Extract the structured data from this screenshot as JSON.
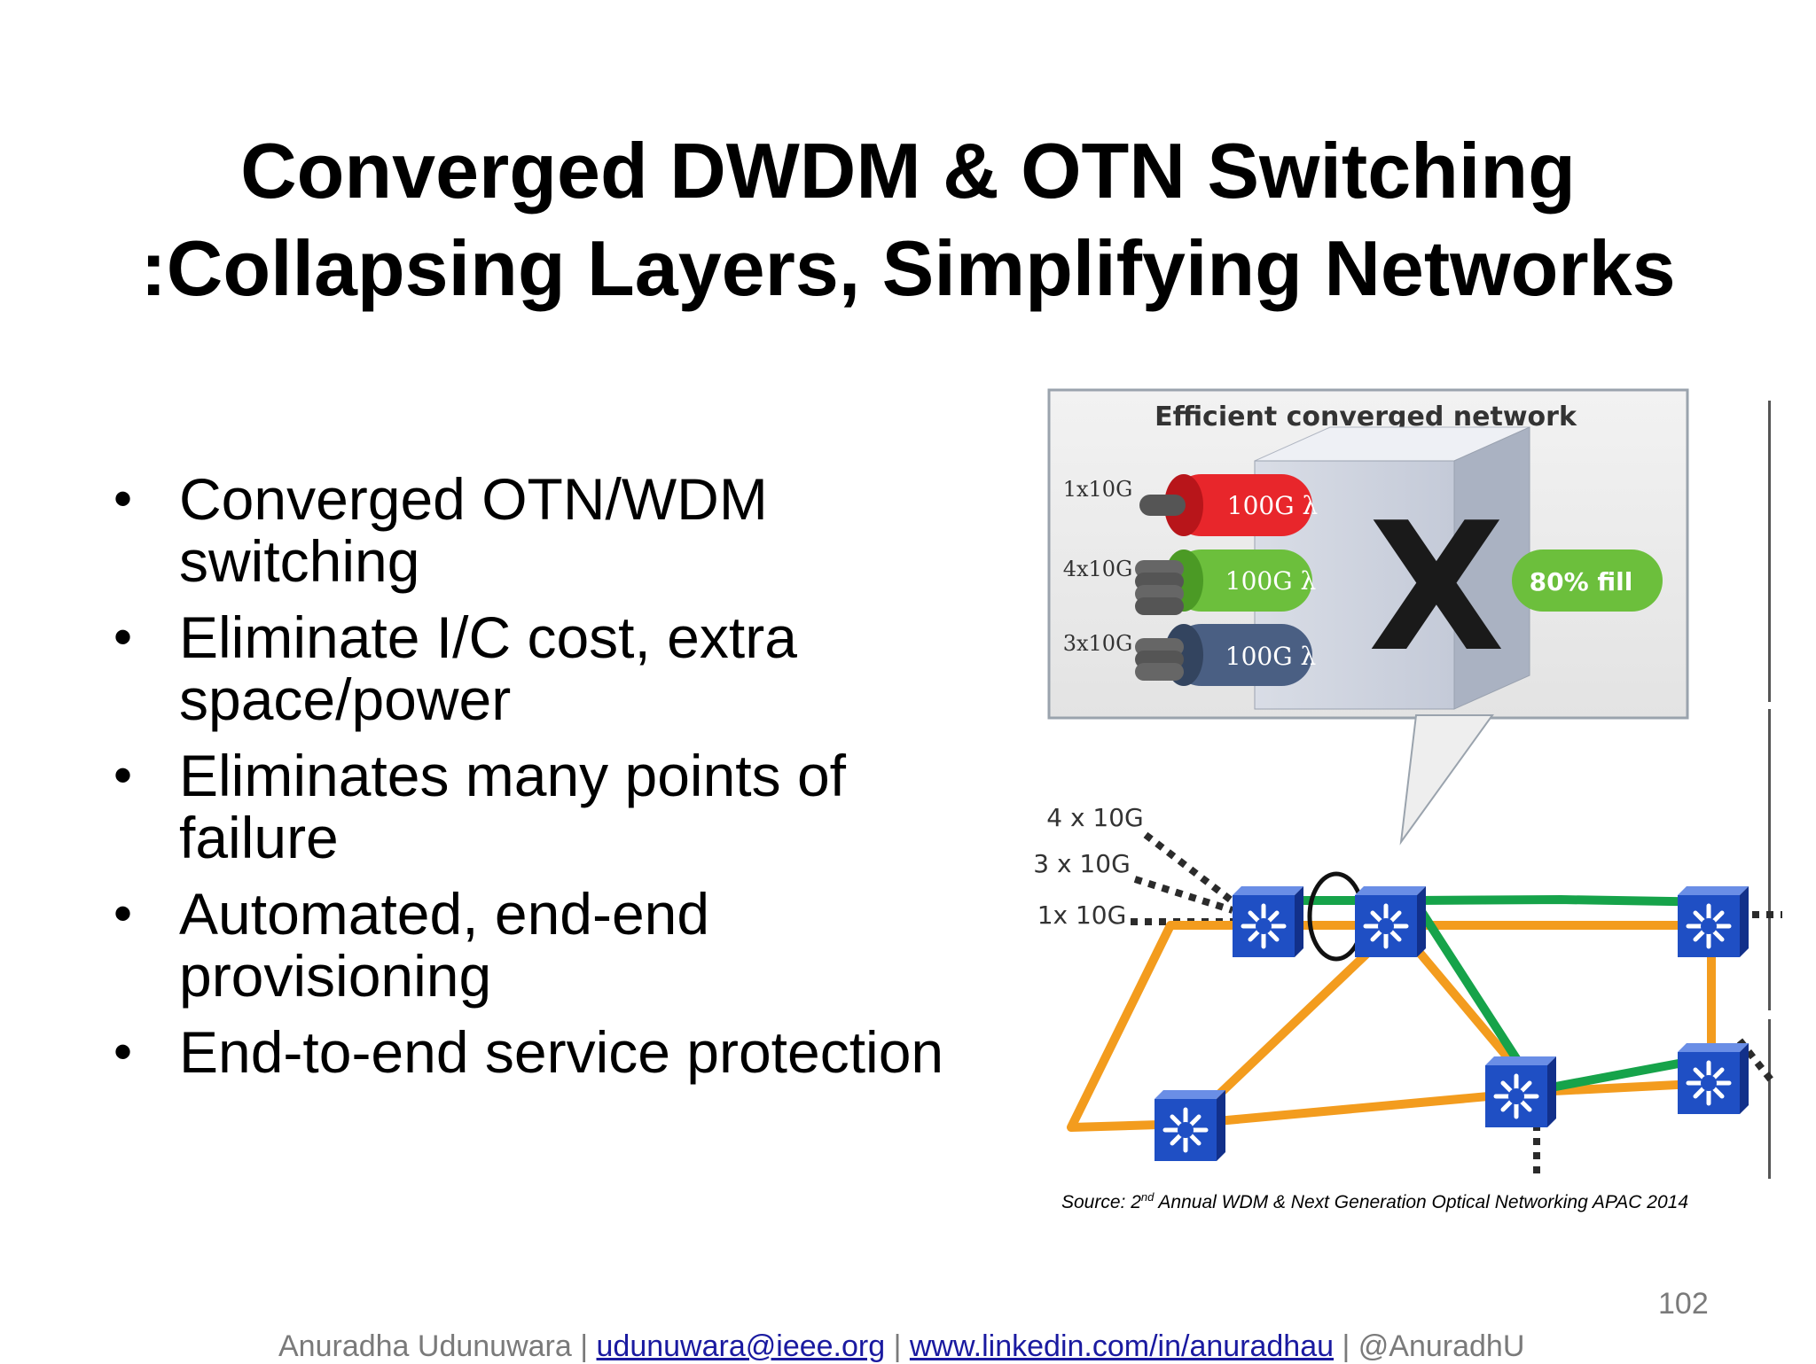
{
  "slide": {
    "title_line1": "Converged DWDM & OTN Switching",
    "title_line2": ":Collapsing Layers, Simplifying Networks",
    "bullets": [
      {
        "line1": "Converged OTN/WDM",
        "line2": "switching"
      },
      {
        "line1": "Eliminate I/C cost, extra",
        "line2": "space/power"
      },
      {
        "line1": "Eliminates many points of",
        "line2": "failure"
      },
      {
        "line1": "Automated, end-end",
        "line2": "provisioning"
      },
      {
        "line1": "End-to-end service protection",
        "line2": ""
      }
    ],
    "bullet_char": "•",
    "page_number": "102"
  },
  "figure": {
    "callout_title": "Efficient converged network",
    "inputs": [
      {
        "label": "1x10G",
        "lambda": "100G λ",
        "color": "#e8262b"
      },
      {
        "label": "4x10G",
        "lambda": "100G λ",
        "color": "#6cbf3c"
      },
      {
        "label": "3x10G",
        "lambda": "100G λ",
        "color": "#4a5f83"
      }
    ],
    "output_label": "80% fill",
    "output_color": "#6cbf3c",
    "switch_symbol": "X",
    "client_labels": [
      "4 x 10G",
      "3 x 10G",
      "1x 10G"
    ],
    "link_color_orange": "#f39c1e",
    "link_color_green": "#16a34a",
    "node_color": "#1f4fc4",
    "node_icon": "network-switch-icon"
  },
  "source": {
    "prefix": "Source: 2",
    "superscript": "nd",
    "suffix": " Annual WDM & Next Generation Optical Networking APAC 2014"
  },
  "footer": {
    "author": "Anuradha Udunuwara | ",
    "email": "udunuwara@ieee.org",
    "sep1": "  | ",
    "linkedin": "www.linkedin.com/in/anuradhau",
    "sep2": "  | @AnuradhU"
  }
}
